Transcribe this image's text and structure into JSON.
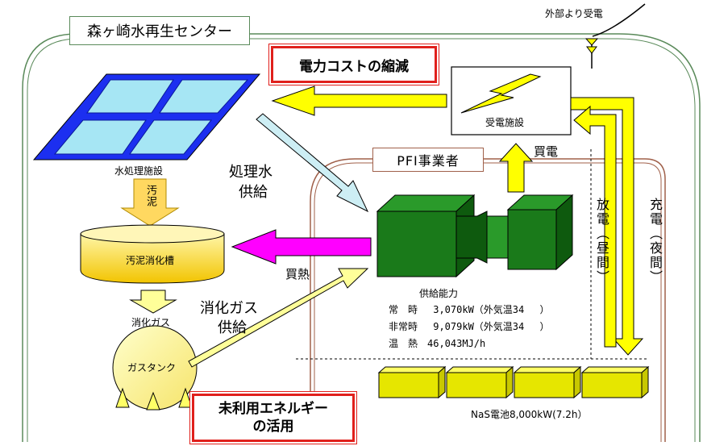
{
  "title": "森ヶ崎水再生センター",
  "external_power": "外部より受電",
  "cost_reduction": "電力コストの縮減",
  "substation": "受電施設",
  "water_treatment": "水処理施設",
  "treated_water_supply": [
    "処理水",
    "供給"
  ],
  "sludge": "汚泥",
  "digester": "汚泥消化槽",
  "heat_purchase": "買熱",
  "digestion_gas": "消化ガス",
  "gas_supply": [
    "消化ガス",
    "供給"
  ],
  "gas_tank": "ガスタンク",
  "pfi_operator": "PFI事業者",
  "power_purchase": "買電",
  "discharge": "放電（昼間）",
  "charge": "充電（夜間）",
  "capacity": {
    "heading": "供給能力",
    "rows": [
      "常　時　 3,070kW（外気温34　 ）",
      "非常時　 9,079kW（外気温34　 ）",
      "温　熱　46,043MJ/h"
    ]
  },
  "battery": "NaS電池8,000kW(7.2h）",
  "unused_energy": [
    "未利用エネルギー",
    "の活用"
  ],
  "colors": {
    "arrow_yellow": "#ffff00",
    "arrow_magenta": "#ff00ff",
    "arrow_lightblue": "#cdeef4",
    "arrow_cream": "#ffff99",
    "generator_green": "#1a7a1a",
    "emphasis_red": "#e0201c",
    "panel_blue": "#1c2ff0"
  }
}
